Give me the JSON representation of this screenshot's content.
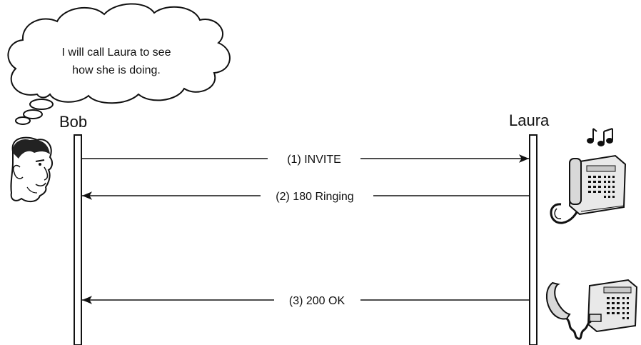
{
  "thought_bubble": {
    "line1": "I will call Laura to see",
    "line2": "how she is doing."
  },
  "participants": {
    "left": {
      "name": "Bob",
      "icon": "person-face-icon"
    },
    "right": {
      "name": "Laura",
      "icon": "desk-telephone-icon"
    }
  },
  "messages": [
    {
      "label": "(1) INVITE",
      "direction": "right"
    },
    {
      "label": "(2) 180 Ringing",
      "direction": "left"
    },
    {
      "label": "(3) 200 OK",
      "direction": "left"
    }
  ],
  "colors": {
    "line": "#111111",
    "background": "#ffffff",
    "phone_body": "#e9e9e9",
    "phone_screen": "#c8c8c8"
  }
}
